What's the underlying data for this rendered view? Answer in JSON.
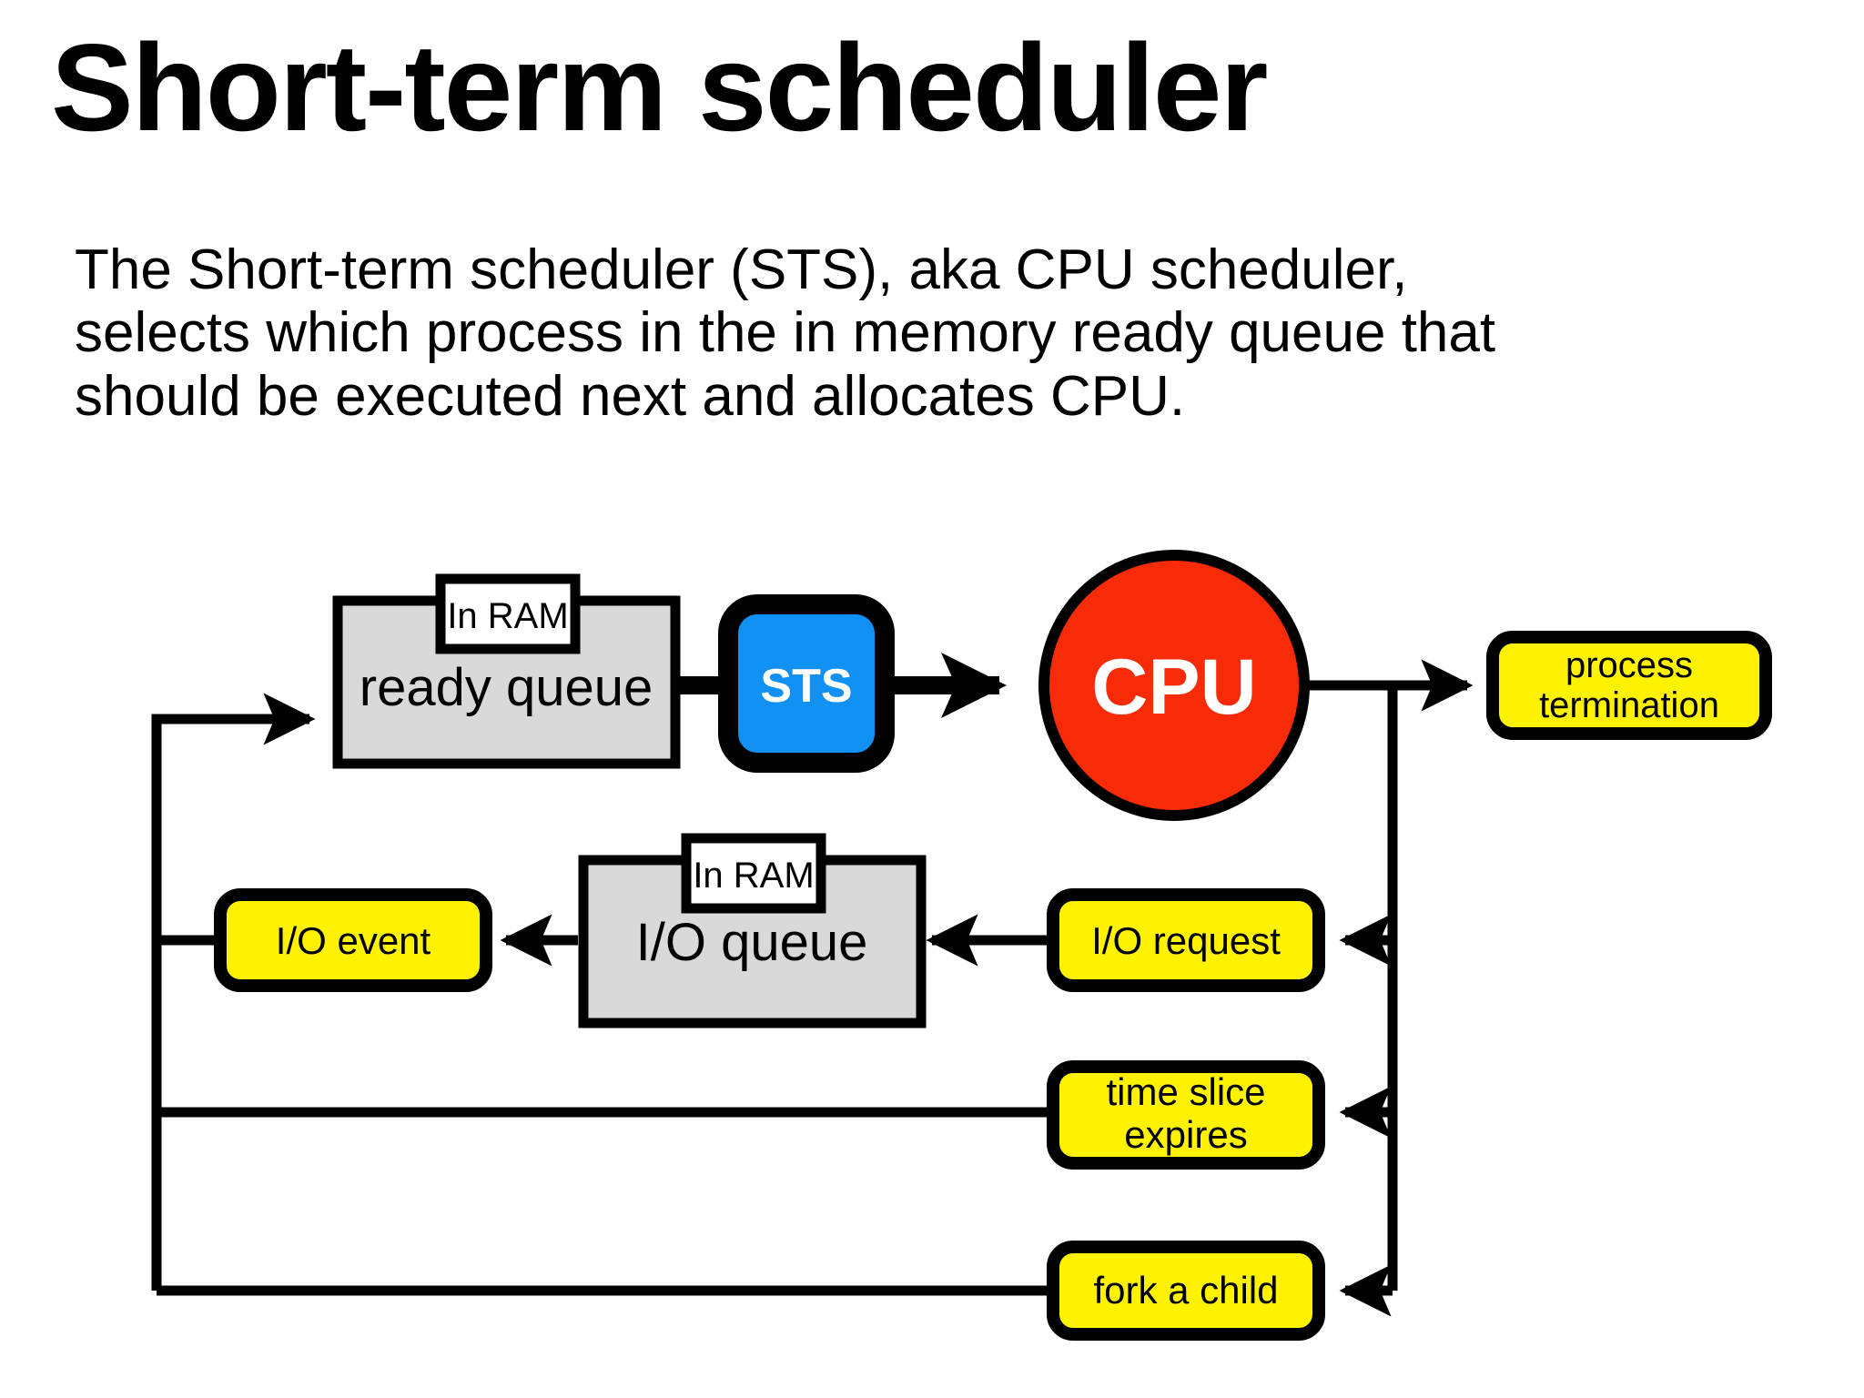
{
  "slide": {
    "title": "Short-term scheduler",
    "body": "The Short-term scheduler (STS), aka CPU scheduler, selects which process in the in memory ready queue that should be executed next and allocates CPU.",
    "body_lines": [
      "The Short-term scheduler (STS), aka CPU scheduler,",
      "selects which process in the in memory ready queue that",
      "should be executed next and allocates CPU."
    ]
  },
  "colors": {
    "background": "#ffffff",
    "text": "#000000",
    "queue_fill": "#d9d9d9",
    "yellow_fill": "#fff200",
    "sts_fill": "#1291f5",
    "cpu_fill": "#f72b08",
    "tab_fill": "#ffffff",
    "stroke": "#000000"
  },
  "diagram": {
    "nodes": {
      "ready_queue": {
        "label": "ready queue",
        "badge": "In RAM",
        "shape": "rect",
        "fill": "#d9d9d9"
      },
      "sts": {
        "label": "STS",
        "shape": "rounded-rect",
        "fill": "#1291f5"
      },
      "cpu": {
        "label": "CPU",
        "shape": "circle",
        "fill": "#f72b08"
      },
      "process_termination": {
        "label_line1": "process",
        "label_line2": "termination",
        "shape": "rounded-rect",
        "fill": "#fff200"
      },
      "io_queue": {
        "label": "I/O queue",
        "badge": "In RAM",
        "shape": "rect",
        "fill": "#d9d9d9"
      },
      "io_event": {
        "label": "I/O event",
        "shape": "rounded-rect",
        "fill": "#fff200"
      },
      "io_request": {
        "label": "I/O request",
        "shape": "rounded-rect",
        "fill": "#fff200"
      },
      "time_slice_expires": {
        "label_line1": "time slice",
        "label_line2": "expires",
        "shape": "rounded-rect",
        "fill": "#fff200"
      },
      "fork_a_child": {
        "label": "fork a child",
        "shape": "rounded-rect",
        "fill": "#fff200"
      }
    },
    "edges": [
      {
        "from": "ready_queue",
        "to": "sts",
        "style": "thick"
      },
      {
        "from": "sts",
        "to": "cpu",
        "style": "thick-arrow"
      },
      {
        "from": "cpu",
        "to": "process_termination",
        "style": "arrow"
      },
      {
        "from": "cpu",
        "to": "io_request",
        "style": "arrow"
      },
      {
        "from": "io_request",
        "to": "io_queue",
        "style": "arrow"
      },
      {
        "from": "io_queue",
        "to": "io_event",
        "style": "arrow"
      },
      {
        "from": "io_event",
        "to": "ready_queue",
        "style": "arrow"
      },
      {
        "from": "cpu",
        "to": "time_slice_expires",
        "style": "arrow"
      },
      {
        "from": "time_slice_expires",
        "to": "ready_queue",
        "style": "line"
      },
      {
        "from": "cpu",
        "to": "fork_a_child",
        "style": "arrow"
      },
      {
        "from": "fork_a_child",
        "to": "ready_queue",
        "style": "line"
      }
    ]
  }
}
